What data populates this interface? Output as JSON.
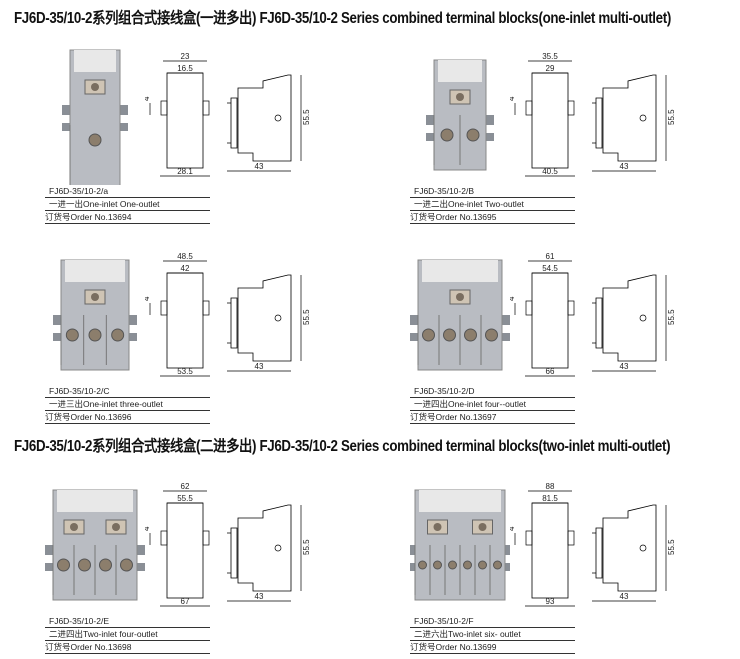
{
  "section1_title": "FJ6D-35/10-2系列组合式接线盒(一进多出) FJ6D-35/10-2 Series combined terminal blocks(one-inlet multi-outlet)",
  "section2_title": "FJ6D-35/10-2系列组合式接线盒(二进多出) FJ6D-35/10-2 Series combined terminal blocks(two-inlet multi-outlet)",
  "common": {
    "side_width": "43",
    "height": "55.5",
    "rail_dim": "4"
  },
  "cards": [
    {
      "model": "FJ6D-35/10-2/a",
      "desc": "一进一出One-inlet One-outlet",
      "order": "订货号Order No.13694",
      "top_outer": "23",
      "top_inner": "16.5",
      "bottom": "28.1",
      "outlets": 1,
      "inlets": 1
    },
    {
      "model": "FJ6D-35/10-2/B",
      "desc": "一进二出One-inlet Two-outlet",
      "order": "订货号Order No.13695",
      "top_outer": "35.5",
      "top_inner": "29",
      "bottom": "40.5",
      "outlets": 2,
      "inlets": 1
    },
    {
      "model": "FJ6D-35/10-2/C",
      "desc": "一进三出One-inlet three-outlet",
      "order": "订货号Order No.13696",
      "top_outer": "48.5",
      "top_inner": "42",
      "bottom": "53.5",
      "outlets": 3,
      "inlets": 1
    },
    {
      "model": "FJ6D-35/10-2/D",
      "desc": "一进四出One-inlet four--outlet",
      "order": "订货号Order No.13697",
      "top_outer": "61",
      "top_inner": "54.5",
      "bottom": "66",
      "outlets": 4,
      "inlets": 1
    },
    {
      "model": "FJ6D-35/10-2/E",
      "desc": "二进四出Two-inlet four-outlet",
      "order": "订货号Order No.13698",
      "top_outer": "62",
      "top_inner": "55.5",
      "bottom": "67",
      "outlets": 4,
      "inlets": 2
    },
    {
      "model": "FJ6D-35/10-2/F",
      "desc": "二进六出Two-inlet six- outlet",
      "order": "订货号Order No.13699",
      "top_outer": "88",
      "top_inner": "81.5",
      "bottom": "93",
      "outlets": 6,
      "inlets": 2
    }
  ]
}
